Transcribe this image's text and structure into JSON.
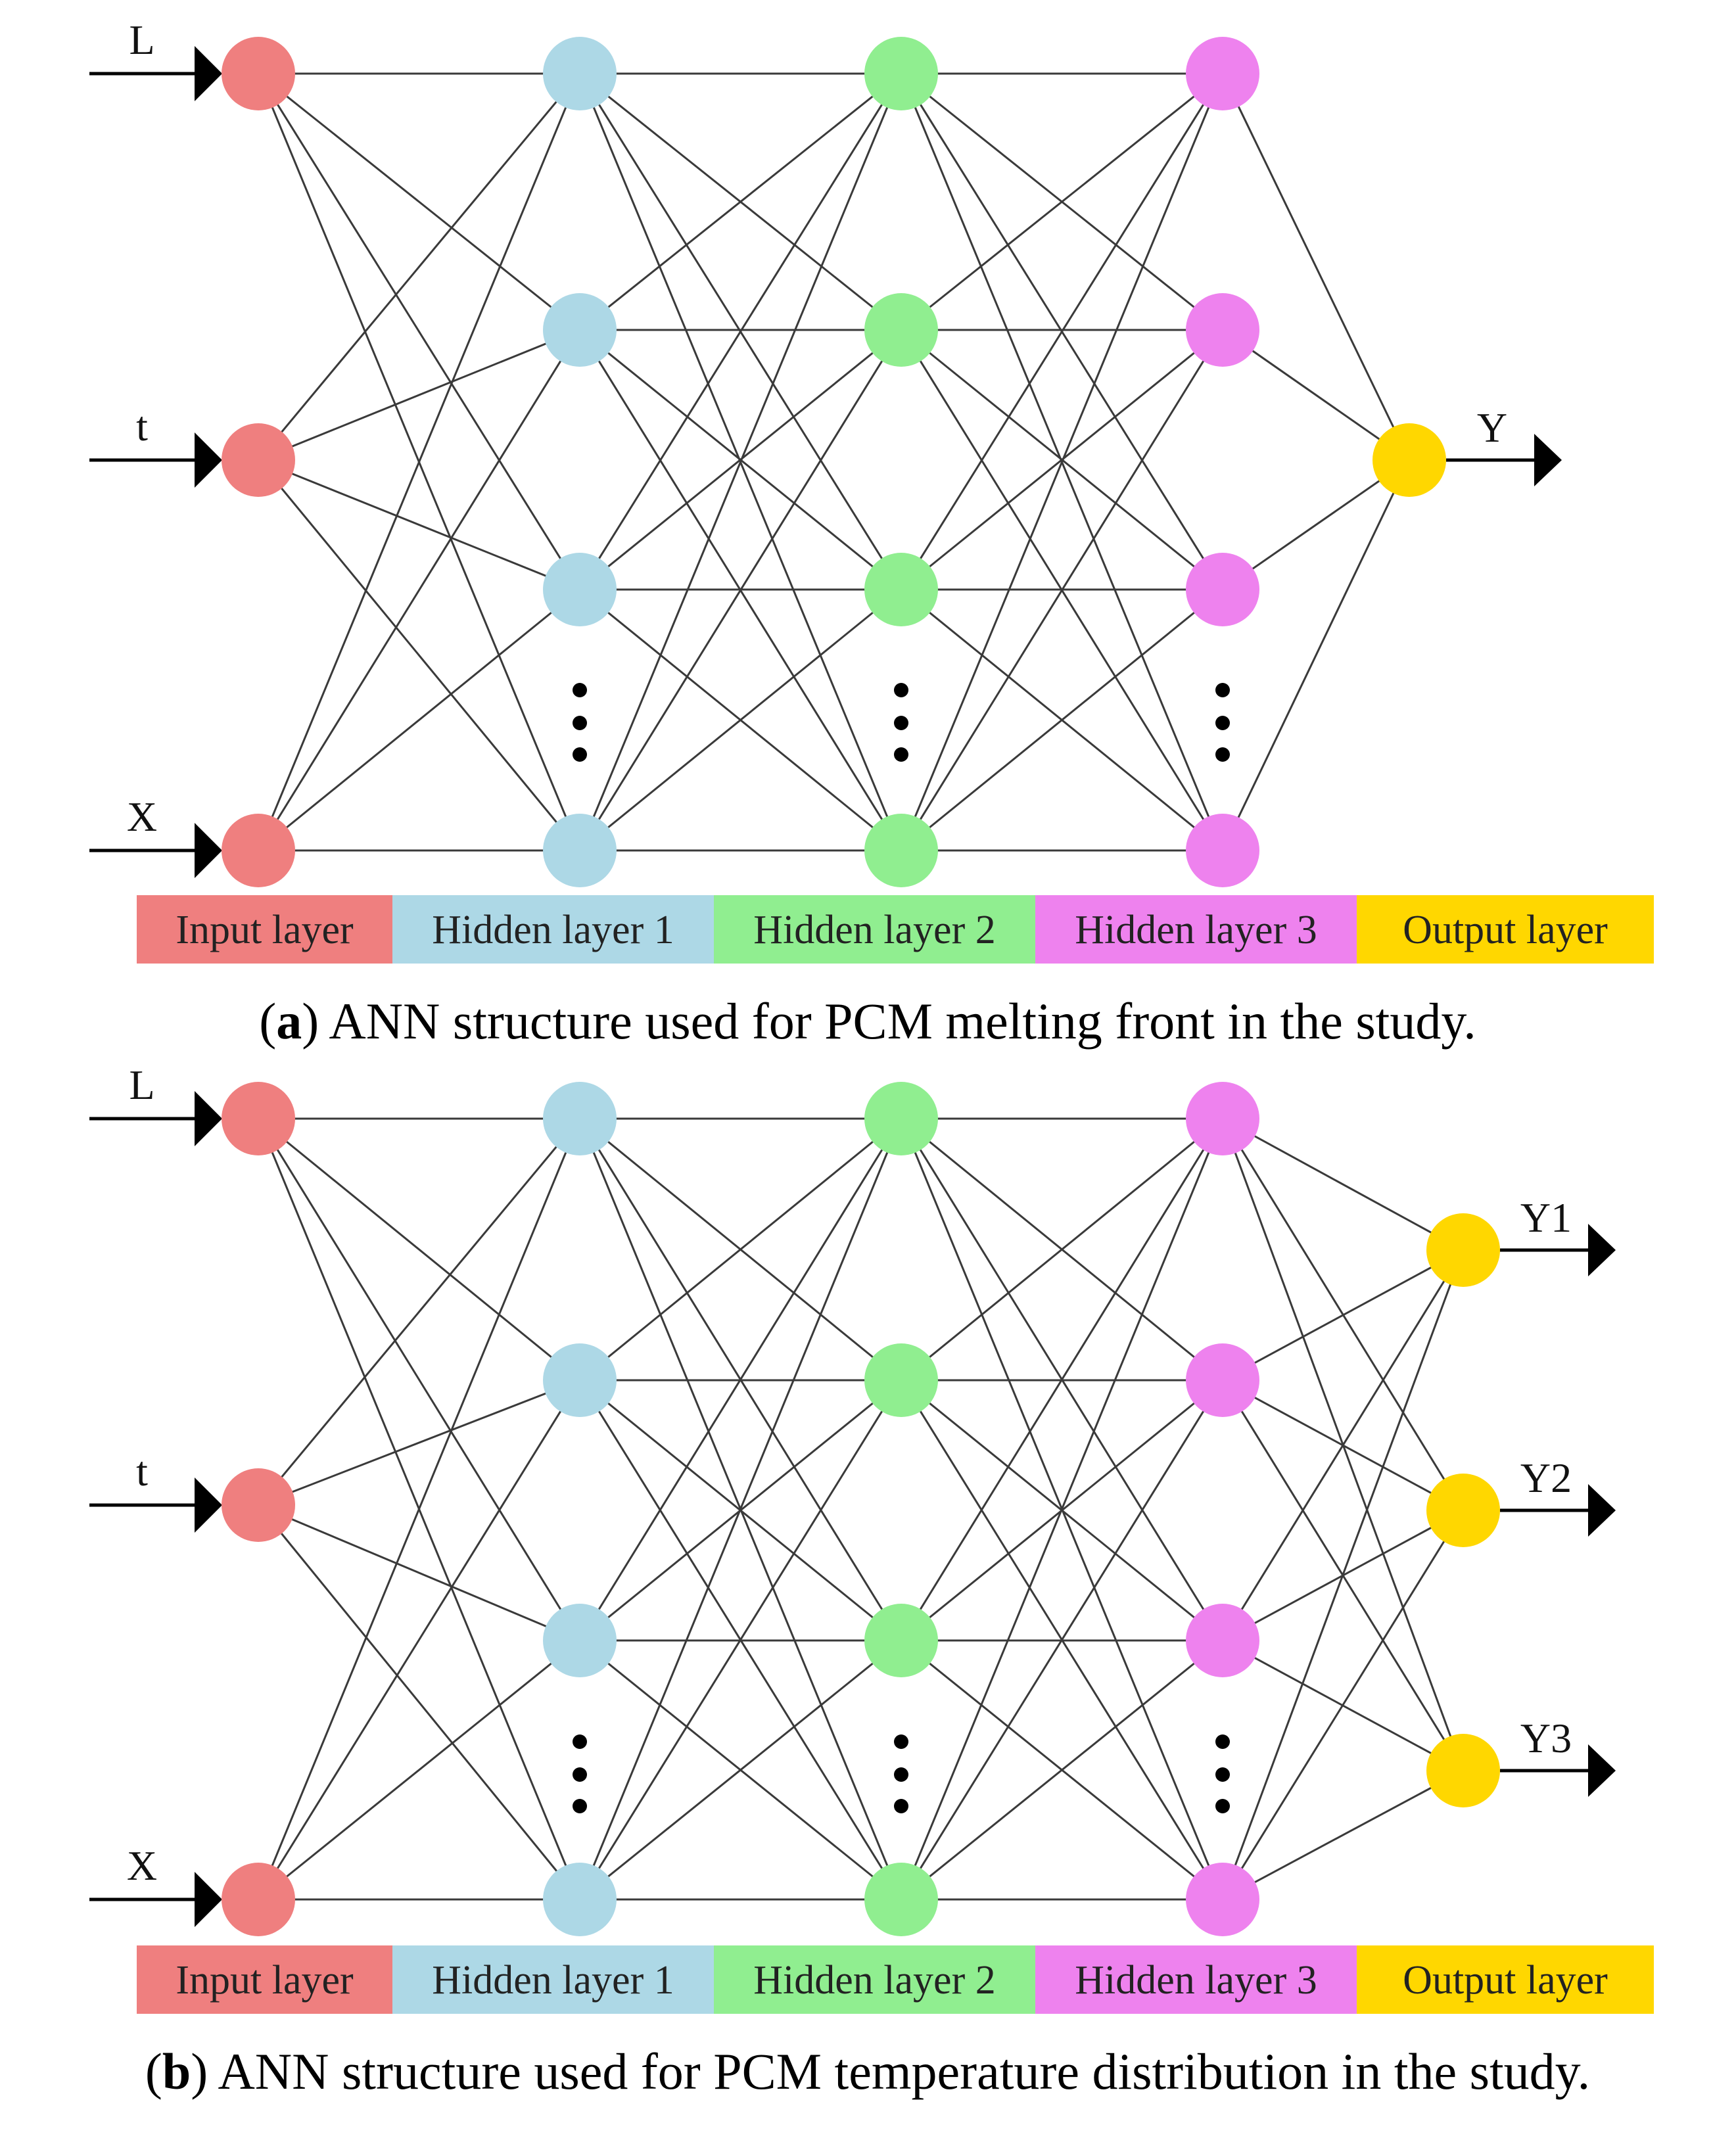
{
  "colors": {
    "input": "#ef7f7f",
    "hidden1": "#add8e6",
    "hidden2": "#90ee90",
    "hidden3": "#ee82ee",
    "output": "#ffd700",
    "edge": "#3a3a3a"
  },
  "diagrams": [
    {
      "id": "a",
      "inputs": [
        "L",
        "t",
        "X"
      ],
      "outputs": [
        "Y"
      ],
      "legend": [
        "Input layer",
        "Hidden layer 1",
        "Hidden layer 2",
        "Hidden layer 3",
        "Output layer"
      ],
      "caption": {
        "label": "a",
        "text": "ANN structure used for PCM melting front in the study."
      }
    },
    {
      "id": "b",
      "inputs": [
        "L",
        "t",
        "X"
      ],
      "outputs": [
        "Y1",
        "Y2",
        "Y3"
      ],
      "legend": [
        "Input layer",
        "Hidden layer 1",
        "Hidden layer 2",
        "Hidden layer 3",
        "Output layer"
      ],
      "caption": {
        "label": "b",
        "text": "ANN structure used for PCM temperature distribution in the study."
      }
    }
  ]
}
